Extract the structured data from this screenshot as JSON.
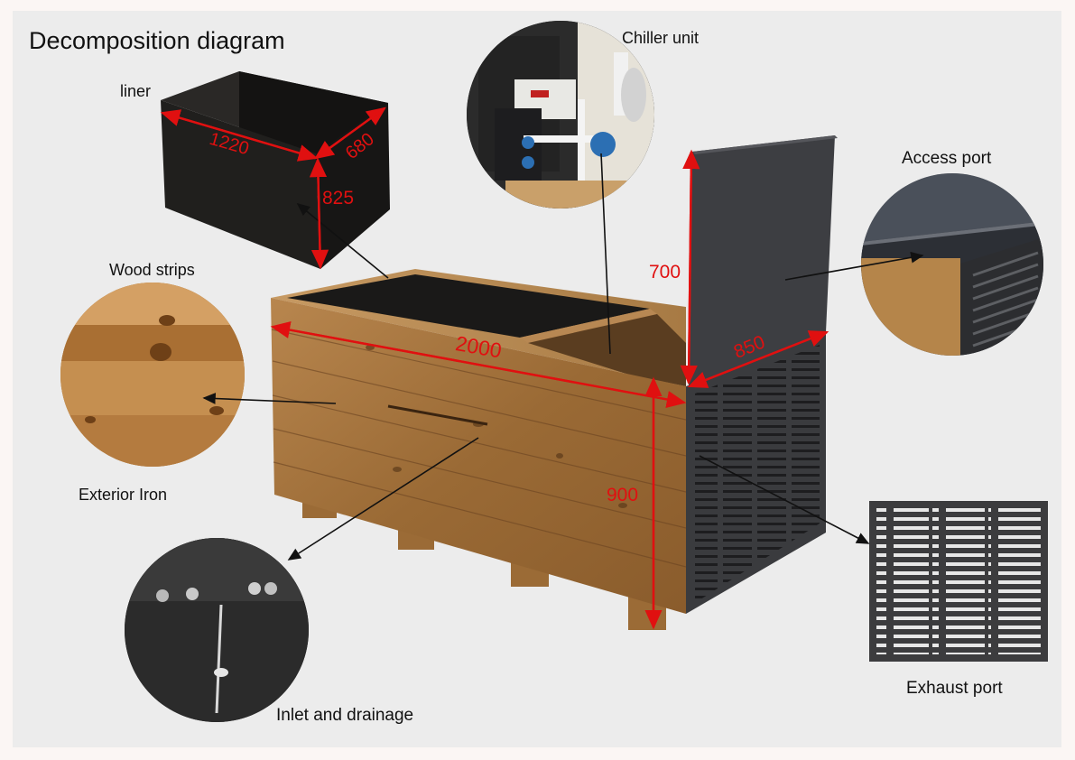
{
  "title": "Decomposition diagram",
  "labels": {
    "liner": "liner",
    "chiller": "Chiller unit",
    "access": "Access port",
    "wood": "Wood strips",
    "iron": "Exterior Iron",
    "exhaust": "Exhaust port",
    "inlet": "Inlet and drainage"
  },
  "dimensions": {
    "liner_length": "1220",
    "liner_width": "680",
    "liner_height": "825",
    "tub_length": "2000",
    "tub_height": "900",
    "access_height": "700",
    "access_width": "850"
  },
  "colors": {
    "background": "#ececec",
    "dimension_red": "#e01010",
    "wood": "#a7733a",
    "liner_black": "#1b1a19",
    "steel": "#3a3b3e"
  }
}
